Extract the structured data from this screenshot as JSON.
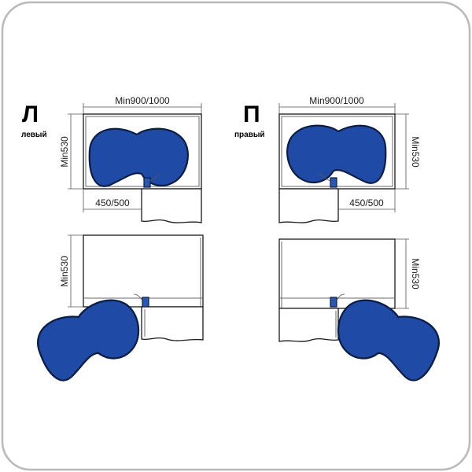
{
  "colors": {
    "shelf": "#1f4aa6",
    "shelf_outline": "#0c1e44",
    "frame": "#b9b9b9",
    "line": "#1a1a1a"
  },
  "left": {
    "letter": "Л",
    "caption": "левый",
    "width_dim": "Min900/1000",
    "depth_dim": "Min530",
    "door_dim": "450/500"
  },
  "right": {
    "letter": "П",
    "caption": "правый",
    "width_dim": "Min900/1000",
    "depth_dim": "Min530",
    "door_dim": "450/500"
  },
  "bottom_left": {
    "depth_dim": "Min530"
  },
  "bottom_right": {
    "depth_dim": "Min530"
  }
}
